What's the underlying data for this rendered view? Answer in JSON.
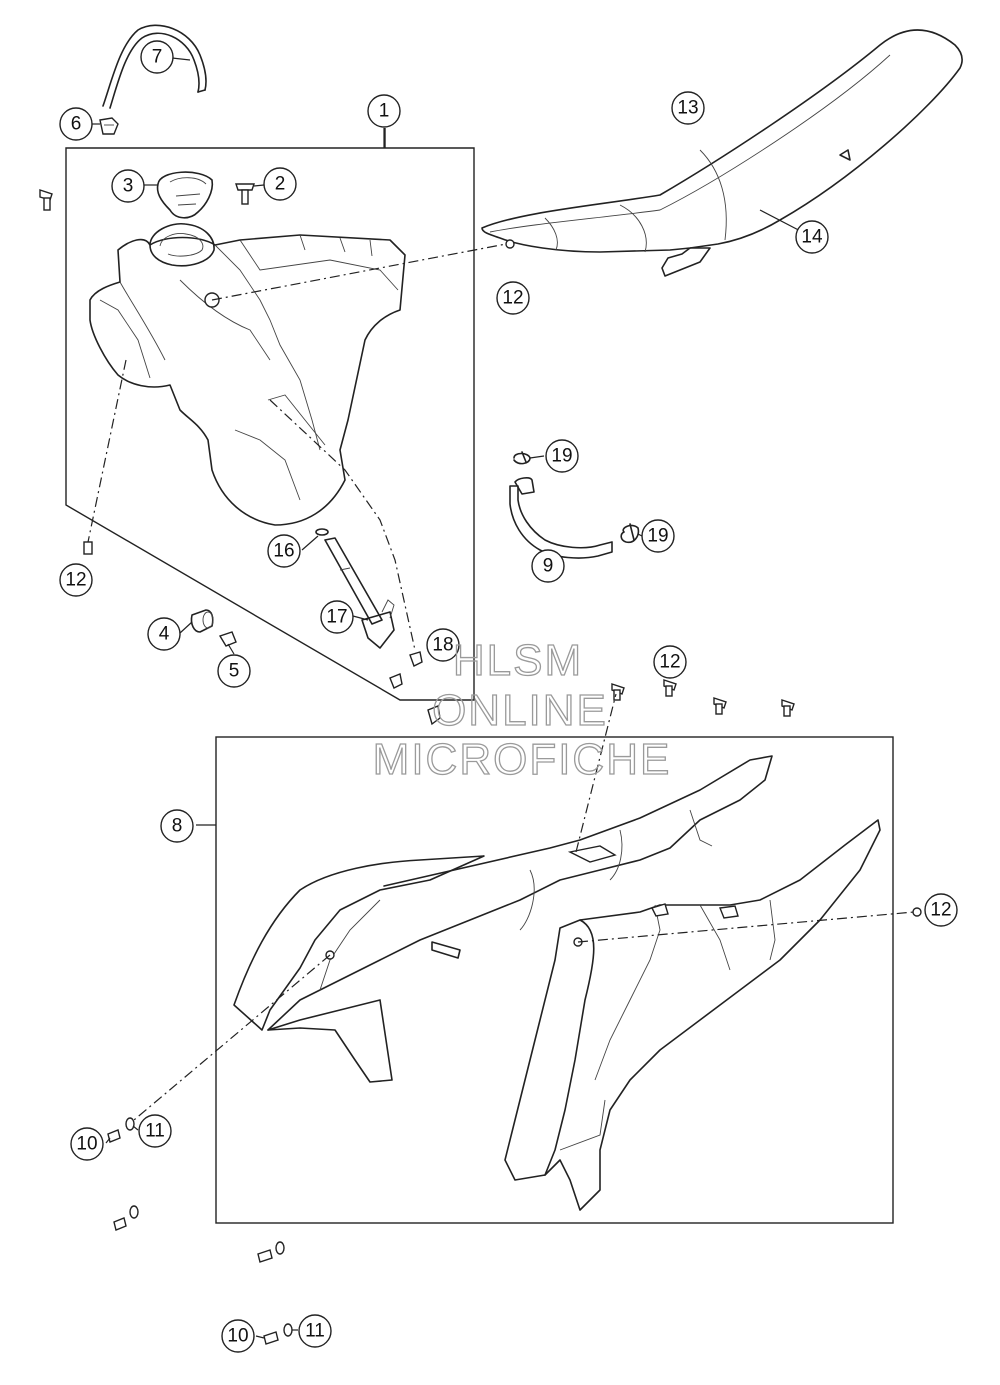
{
  "watermark": {
    "line1": "HLSM",
    "line2": "ONLINE",
    "line3": "MICROFICHE"
  },
  "callouts": [
    {
      "id": "c1",
      "label": "1"
    },
    {
      "id": "c2",
      "label": "2"
    },
    {
      "id": "c3",
      "label": "3"
    },
    {
      "id": "c4",
      "label": "4"
    },
    {
      "id": "c5",
      "label": "5"
    },
    {
      "id": "c6",
      "label": "6"
    },
    {
      "id": "c7",
      "label": "7"
    },
    {
      "id": "c8",
      "label": "8"
    },
    {
      "id": "c9",
      "label": "9"
    },
    {
      "id": "c10a",
      "label": "10"
    },
    {
      "id": "c10b",
      "label": "10"
    },
    {
      "id": "c11a",
      "label": "11"
    },
    {
      "id": "c11b",
      "label": "11"
    },
    {
      "id": "c12a",
      "label": "12"
    },
    {
      "id": "c12b",
      "label": "12"
    },
    {
      "id": "c12c",
      "label": "12"
    },
    {
      "id": "c12d",
      "label": "12"
    },
    {
      "id": "c13",
      "label": "13"
    },
    {
      "id": "c14",
      "label": "14"
    },
    {
      "id": "c16",
      "label": "16"
    },
    {
      "id": "c17",
      "label": "17"
    },
    {
      "id": "c18",
      "label": "18"
    },
    {
      "id": "c19a",
      "label": "19"
    },
    {
      "id": "c19b",
      "label": "19"
    }
  ]
}
